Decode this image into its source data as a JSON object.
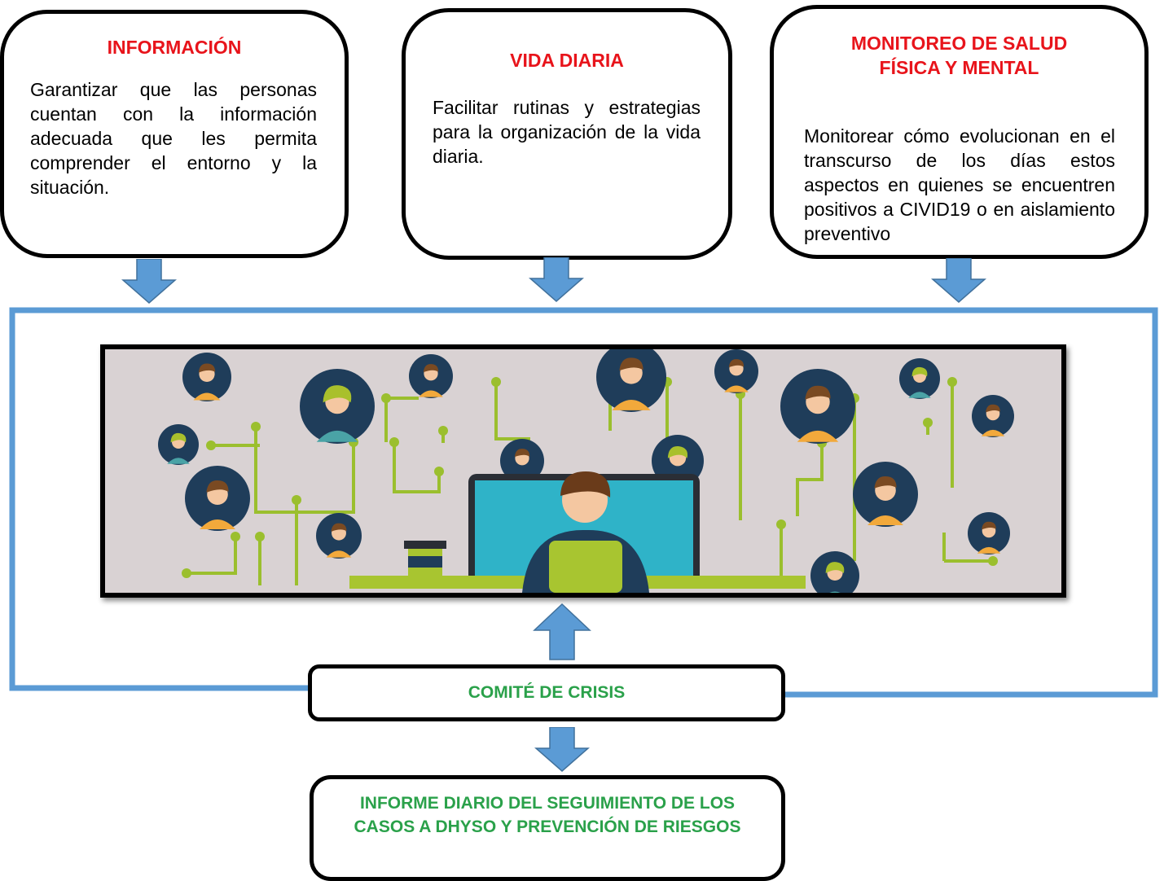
{
  "boxes": {
    "informacion": {
      "title": "INFORMACIÓN",
      "text": "Garantizar que las personas cuentan con la información adecuada que les permita comprender el entorno y la situación."
    },
    "vida_diaria": {
      "title": "VIDA DIARIA",
      "text": "Facilitar rutinas y estrategias para la organización de la vida diaria."
    },
    "monitoreo": {
      "title_line1": "MONITOREO DE SALUD",
      "title_line2": "FÍSICA Y MENTAL",
      "text": "Monitorear cómo evolucionan en el transcurso de los días estos aspectos en quienes se encuentren positivos a CIVID19 o en aislamiento preventivo"
    }
  },
  "comite": {
    "label": "COMITÉ DE CRISIS"
  },
  "informe": {
    "label": "INFORME DIARIO DEL SEGUIMIENTO DE LOS CASOS A DHYSO Y PREVENCIÓN DE RIESGOS"
  },
  "colors": {
    "title_red": "#e8141b",
    "label_green": "#2aa14a",
    "arrow_blue": "#5b9bd5",
    "frame_blue": "#5b9bd5",
    "border_black": "#000000",
    "photo_bg": "#d9d2d3",
    "network_green": "#9bbf2e",
    "avatar_navy": "#1f3d5a",
    "screen_teal": "#2fb3c8"
  },
  "icons": [
    "down-arrow-icon",
    "up-arrow-icon",
    "person-avatar-icon",
    "network-illustration"
  ]
}
